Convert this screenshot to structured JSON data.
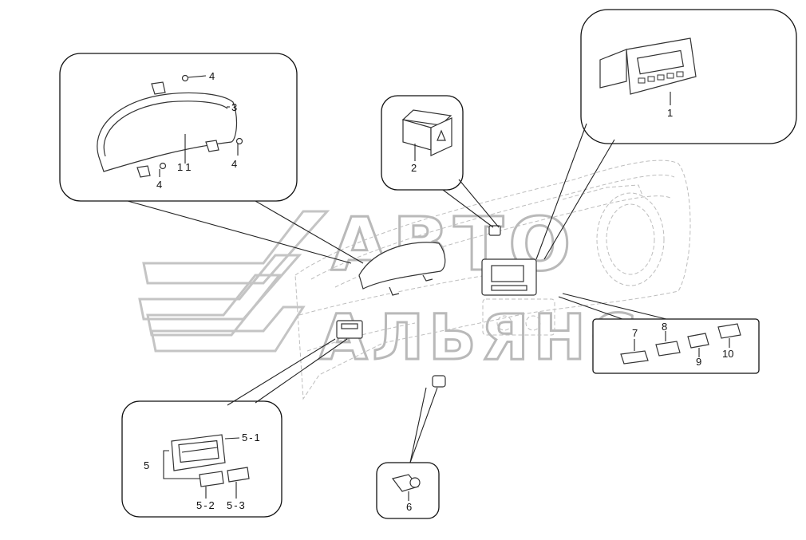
{
  "watermark": {
    "line1": "АВТО",
    "line2": "АЛЬЯНС"
  },
  "labels": {
    "p1": "1",
    "p2": "2",
    "p3": "3",
    "p4a": "4",
    "p4b": "4",
    "p4c": "4",
    "p5": "5",
    "p5_1": "5-1",
    "p5_2": "5-2",
    "p5_3": "5-3",
    "p6": "6",
    "p7": "7",
    "p8": "8",
    "p9": "9",
    "p10": "10",
    "p11": "11"
  },
  "colors": {
    "line": "#222222",
    "watermark": "#b9b9b9"
  }
}
